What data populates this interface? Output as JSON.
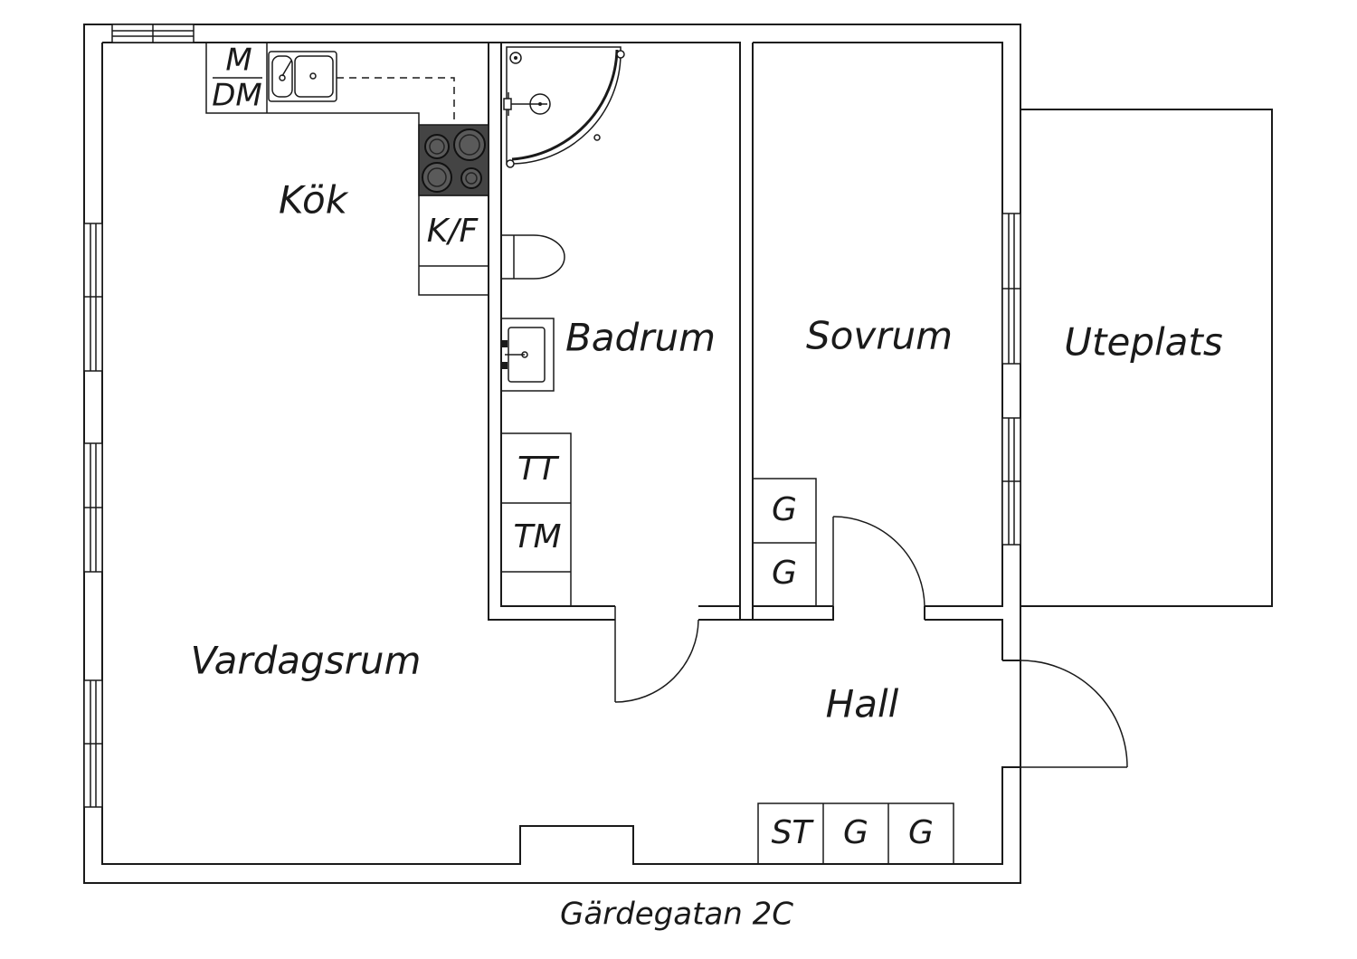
{
  "rooms": {
    "kok": "Kök",
    "vardagsrum": "Vardagsrum",
    "badrum": "Badrum",
    "sovrum": "Sovrum",
    "uteplats": "Uteplats",
    "hall": "Hall"
  },
  "fixtures": {
    "microwave": "M",
    "dishwasher": "DM",
    "fridge_freezer": "K/F",
    "dryer": "TT",
    "washer": "TM",
    "bedroom_wardrobe_1": "G",
    "bedroom_wardrobe_2": "G",
    "hall_cabinet": "ST",
    "hall_wardrobe_1": "G",
    "hall_wardrobe_2": "G"
  },
  "caption": "Gärdegatan 2C",
  "colors": {
    "line": "#1a1a1a",
    "stove": "#444444",
    "background": "#ffffff"
  }
}
